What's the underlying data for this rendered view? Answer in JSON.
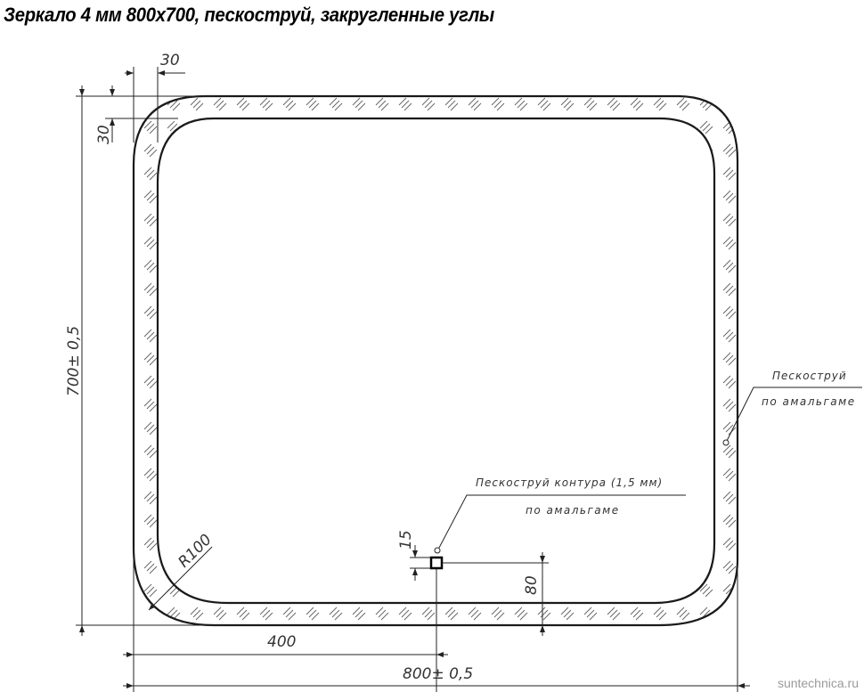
{
  "title": "Зеркало 4 мм 800х700, пескоструй, закругленные углы",
  "watermark": "suntechnica.ru",
  "dimensions": {
    "frame_width_top": "30",
    "frame_width_side": "30",
    "height": "700± 0,5",
    "width": "800± 0,5",
    "half_width": "400",
    "corner_radius": "R100",
    "mark_size": "15",
    "mark_offset": "80"
  },
  "callouts": {
    "right_line1": "Пескоструй",
    "right_line2": "по амальгаме",
    "center_line1": "Пескоструй контура (1,5 мм)",
    "center_line2": "по амальгаме"
  },
  "colors": {
    "line": "#1a1a1a",
    "hatch": "#555555",
    "text": "#333333",
    "watermark": "#9a9a9a"
  }
}
